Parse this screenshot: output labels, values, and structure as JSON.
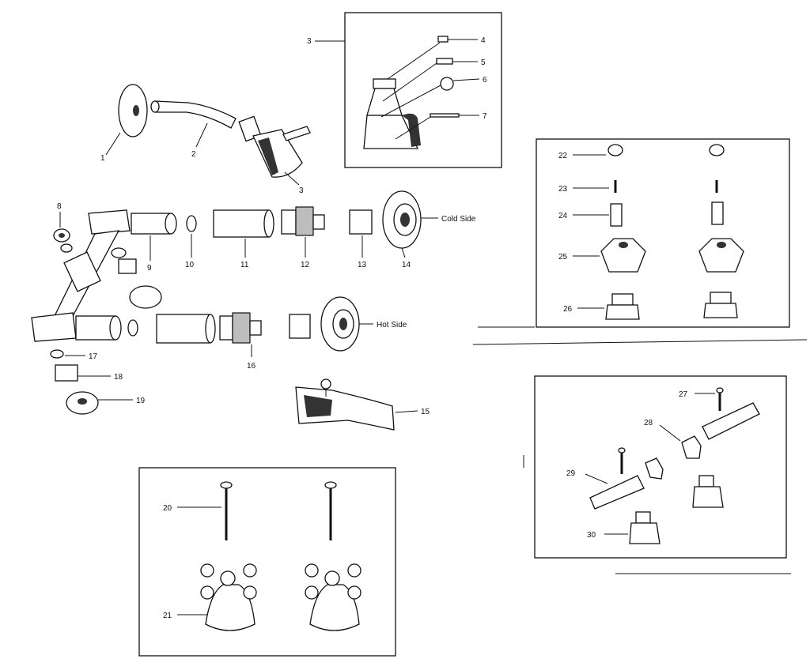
{
  "diagram": {
    "labels": {
      "p1": "1",
      "p2": "2",
      "p3a": "3",
      "p3b": "3",
      "p4": "4",
      "p5": "5",
      "p6": "6",
      "p7": "7",
      "p8": "8",
      "p9": "9",
      "p10": "10",
      "p11": "11",
      "p12": "12",
      "p13": "13",
      "p14": "14",
      "p15": "15",
      "p16": "16",
      "p17": "17",
      "p18": "18",
      "p19": "19",
      "p20": "20",
      "p21": "21",
      "p22": "22",
      "p23": "23",
      "p24": "24",
      "p25": "25",
      "p26": "26",
      "p27": "27",
      "p28": "28",
      "p29": "29",
      "p30": "30"
    },
    "cold_side": "Cold Side",
    "hot_side": "Hot Side"
  },
  "colors": {
    "ink": "#111111",
    "paper": "#ffffff"
  }
}
